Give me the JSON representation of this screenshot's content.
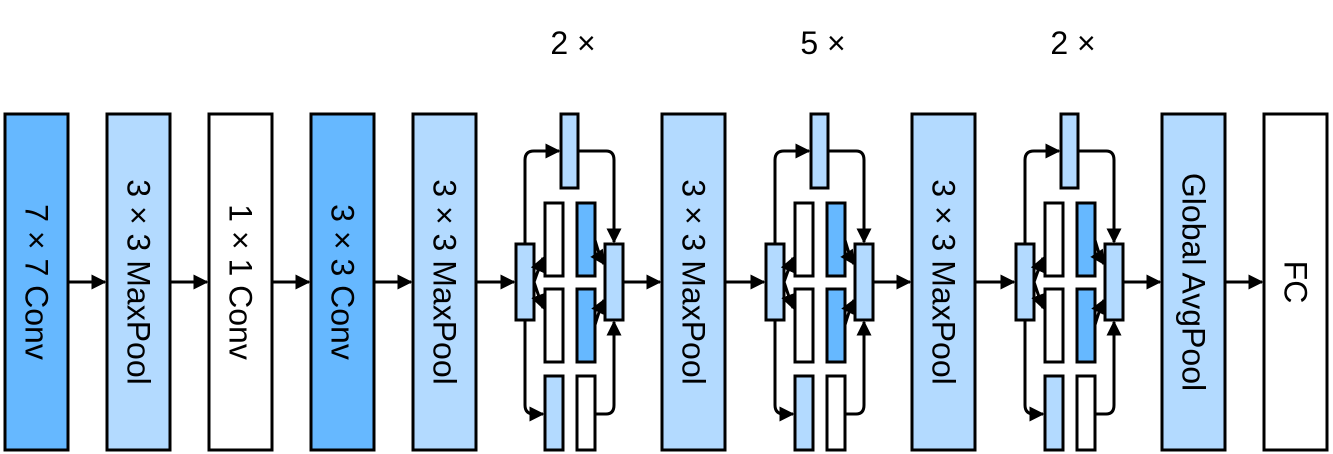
{
  "colors": {
    "dark_blue": "#66b8ff",
    "light_blue": "#b3daff",
    "white": "#ffffff",
    "stroke": "#000000"
  },
  "layers": [
    {
      "label": "7 × 7 Conv",
      "fill": "dark_blue"
    },
    {
      "label": "3 × 3 MaxPool",
      "fill": "light_blue"
    },
    {
      "label": "1 × 1 Conv",
      "fill": "white"
    },
    {
      "label": "3 × 3 Conv",
      "fill": "dark_blue"
    },
    {
      "label": "3 × 3 MaxPool",
      "fill": "light_blue"
    },
    {
      "label": "3 × 3 MaxPool",
      "fill": "light_blue"
    },
    {
      "label": "3 × 3 MaxPool",
      "fill": "light_blue"
    },
    {
      "label": "Global AvgPool",
      "fill": "light_blue"
    },
    {
      "label": "FC",
      "fill": "white"
    }
  ],
  "inception_groups": [
    {
      "repeat": "2 ×"
    },
    {
      "repeat": "5 ×"
    },
    {
      "repeat": "2 ×"
    }
  ]
}
